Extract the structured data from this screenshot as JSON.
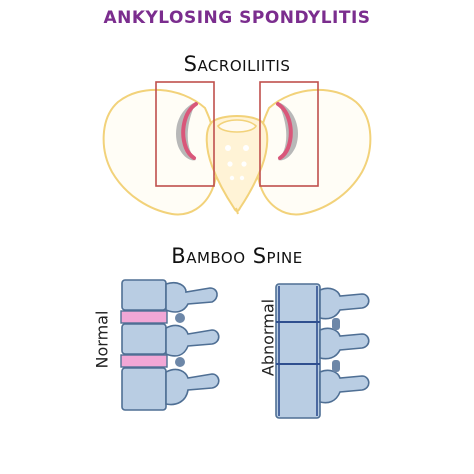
{
  "title": "ANKYLOSING SPONDYLITIS",
  "sections": {
    "sacroiliitis": "Sacroiliitis",
    "bamboo_spine": "Bamboo Spine"
  },
  "labels": {
    "normal": "Normal",
    "abnormal": "Abnormal"
  },
  "colors": {
    "title": "#7b2d8e",
    "pelvis_outline": "#f2d27a",
    "sacrum_fill": "#fff3d6",
    "highlight_box": "#c0504d",
    "inflamed_joint": "#d9577a",
    "gray_shade": "#b8b8b8",
    "vertebra_fill": "#b9cde3",
    "vertebra_stroke": "#4f6f94",
    "disc_normal": "#f2a7d6",
    "ligament_line": "#2f4f8f"
  }
}
